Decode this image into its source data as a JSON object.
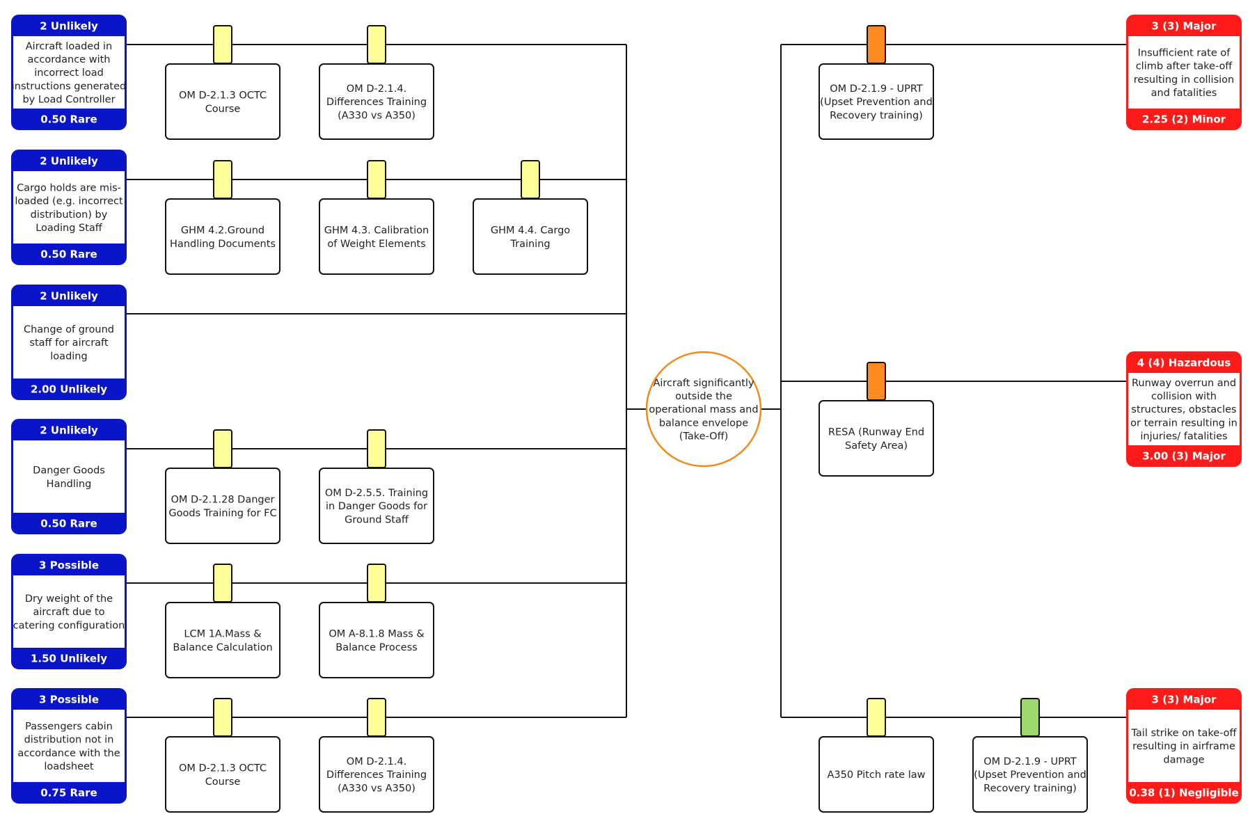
{
  "colors": {
    "threat_fill": "#0a14c8",
    "consequence_fill": "#ff1a1a",
    "barrier_yellow": "#ffff99",
    "barrier_orange": "#ff8a1f",
    "barrier_green": "#9ed86c",
    "top_event_border": "#f28a1a",
    "line": "#111111"
  },
  "top_event": {
    "lines": [
      "Aircraft significantly",
      "outside the",
      "operational mass and",
      "balance envelope",
      "(Take-Off)"
    ]
  },
  "threats": [
    {
      "header": "2 Unlikely",
      "text": [
        "Aircraft loaded in",
        "accordance with",
        "incorrect load",
        "instructions generated",
        "by Load Controller"
      ],
      "footer": "0.50 Rare",
      "barriers": [
        {
          "lines": [
            "OM D-2.1.3 OCTC",
            "Course"
          ],
          "color": "yellow"
        },
        {
          "lines": [
            "OM D-2.1.4.",
            "Differences Training",
            "(A330 vs A350)"
          ],
          "color": "yellow"
        }
      ]
    },
    {
      "header": "2 Unlikely",
      "text": [
        "Cargo holds are mis-",
        "loaded (e.g. incorrect",
        "distribution) by",
        "Loading Staff"
      ],
      "footer": "0.50 Rare",
      "barriers": [
        {
          "lines": [
            "GHM 4.2.Ground",
            "Handling Documents"
          ],
          "color": "yellow"
        },
        {
          "lines": [
            "GHM 4.3. Calibration",
            "of Weight Elements"
          ],
          "color": "yellow"
        },
        {
          "lines": [
            "GHM 4.4. Cargo",
            "Training"
          ],
          "color": "yellow"
        }
      ]
    },
    {
      "header": "2 Unlikely",
      "text": [
        "Change of ground",
        "staff for aircraft",
        "loading"
      ],
      "footer": "2.00 Unlikely",
      "barriers": []
    },
    {
      "header": "2 Unlikely",
      "text": [
        "Danger Goods",
        "Handling"
      ],
      "footer": "0.50 Rare",
      "barriers": [
        {
          "lines": [
            "OM D-2.1.28 Danger",
            "Goods Training for FC"
          ],
          "color": "yellow"
        },
        {
          "lines": [
            "OM D-2.5.5. Training",
            "in Danger Goods for",
            "Ground Staff"
          ],
          "color": "yellow"
        }
      ]
    },
    {
      "header": "3 Possible",
      "text": [
        "Dry weight of the",
        "aircraft due to",
        "catering configuration"
      ],
      "footer": "1.50 Unlikely",
      "barriers": [
        {
          "lines": [
            "LCM 1A.Mass &",
            "Balance Calculation"
          ],
          "color": "yellow"
        },
        {
          "lines": [
            "OM A-8.1.8 Mass &",
            "Balance Process"
          ],
          "color": "yellow"
        }
      ]
    },
    {
      "header": "3 Possible",
      "text": [
        "Passengers cabin",
        "distribution not in",
        "accordance with the",
        "loadsheet"
      ],
      "footer": "0.75 Rare",
      "barriers": [
        {
          "lines": [
            "OM D-2.1.3 OCTC",
            "Course"
          ],
          "color": "yellow"
        },
        {
          "lines": [
            "OM D-2.1.4.",
            "Differences Training",
            "(A330 vs A350)"
          ],
          "color": "yellow"
        }
      ]
    }
  ],
  "consequences": [
    {
      "header": "3 (3) Major",
      "text": [
        "Insufficient rate of",
        "climb after take-off",
        "resulting in collision",
        "and fatalities"
      ],
      "footer": "2.25 (2) Minor",
      "barriers": [
        {
          "lines": [
            "OM D-2.1.9 - UPRT",
            "(Upset Prevention and",
            "Recovery training)"
          ],
          "color": "orange"
        }
      ]
    },
    {
      "header": "4 (4) Hazardous",
      "text": [
        "Runway overrun and",
        "collision with",
        "structures, obstacles",
        "or terrain resulting in",
        "injuries/ fatalities"
      ],
      "footer": "3.00 (3) Major",
      "barriers": [
        {
          "lines": [
            "RESA (Runway End",
            "Safety Area)"
          ],
          "color": "orange"
        }
      ]
    },
    {
      "header": "3 (3) Major",
      "text": [
        "Tail strike on take-off",
        "resulting in airframe",
        "damage"
      ],
      "footer": "0.38 (1) Negligible",
      "barriers": [
        {
          "lines": [
            "A350 Pitch rate law"
          ],
          "color": "yellow"
        },
        {
          "lines": [
            "OM D-2.1.9 - UPRT",
            "(Upset Prevention and",
            "Recovery training)"
          ],
          "color": "green"
        }
      ]
    }
  ]
}
